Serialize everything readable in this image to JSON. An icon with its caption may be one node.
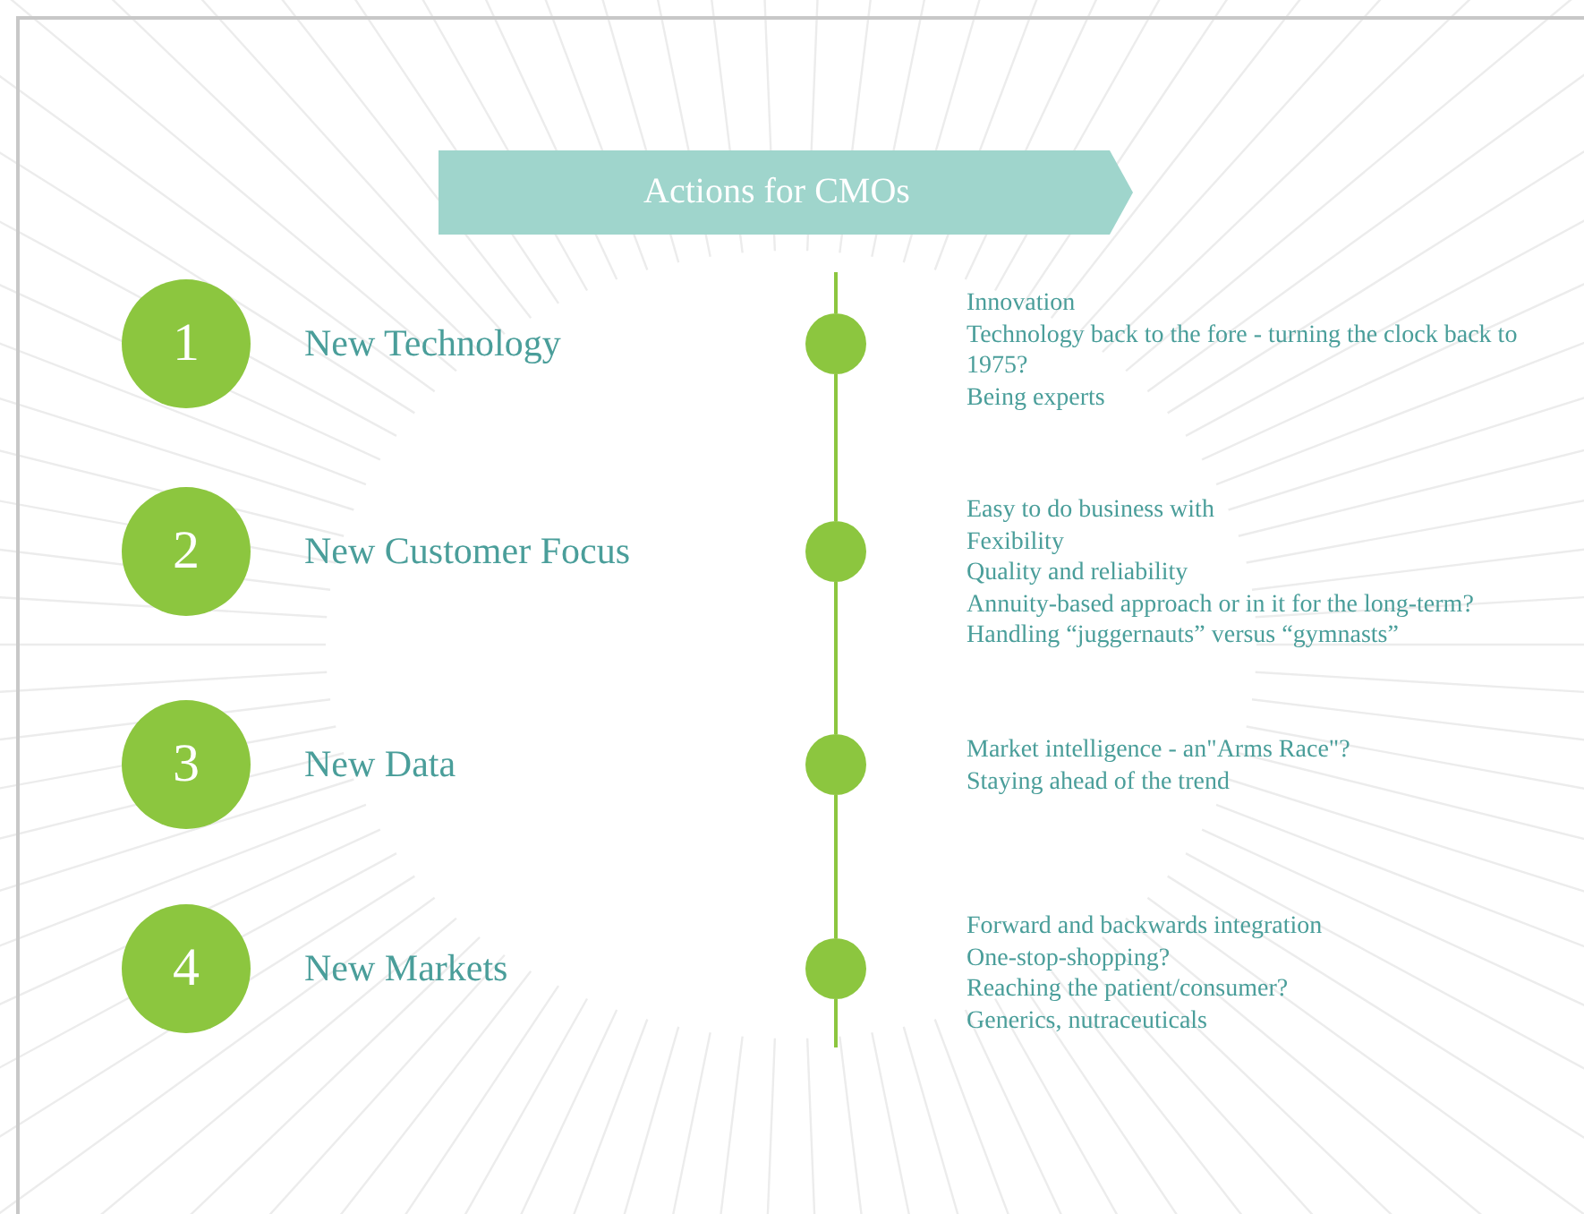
{
  "diagram": {
    "title": "Actions for CMOs",
    "nodes": [
      {
        "text": [
          "1"
        ],
        "beside": [
          "New Technology"
        ]
      },
      {
        "text": [],
        "shape": "circle",
        "beside": [
          "Innovation",
          "Technology back to the fore - turning the clock back to 1975?",
          "Being experts"
        ]
      },
      {
        "text": [
          "2"
        ],
        "beside": [
          "New Customer Focus"
        ]
      },
      {
        "text": [],
        "shape": "circle",
        "beside": [
          "Easy to do business with",
          "Fexibility",
          "Quality and reliability",
          "Annuity-based approach or in it for the long-term?",
          "Handling “juggernauts” versus “gymnasts”"
        ]
      },
      {
        "text": [
          "3"
        ],
        "beside": [
          "New Data"
        ]
      },
      {
        "text": [],
        "shape": "circle",
        "beside": [
          "Market intelligence - an\"Arms Race\"?",
          "Staying ahead of the trend"
        ]
      },
      {
        "text": [
          "4"
        ],
        "beside": [
          "New Markets"
        ]
      },
      {
        "text": [],
        "shape": "circle",
        "beside": [
          "Forward and backwards integration",
          "One-stop-shopping?",
          "Reaching the patient/consumer?",
          "Generics, nutraceuticals"
        ]
      }
    ],
    "edges": [
      {
        "from": 1,
        "to": 3,
        "arrow": "none"
      },
      {
        "from": 3,
        "to": 5,
        "arrow": "none"
      },
      {
        "from": 5,
        "to": 7,
        "arrow": "none"
      }
    ]
  }
}
